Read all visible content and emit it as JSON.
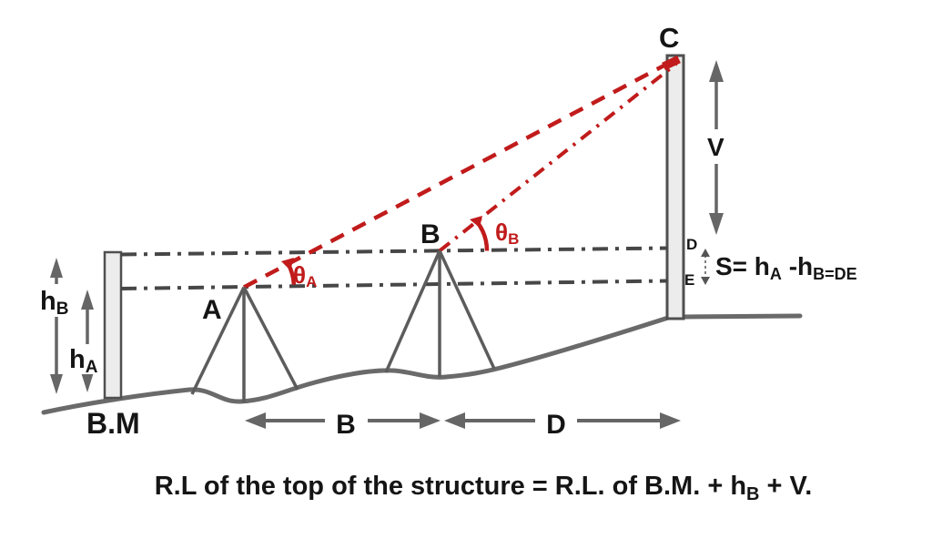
{
  "colors": {
    "red": "#c11b1b",
    "line_gray": "#5f5f5f",
    "dashdot_gray": "#474747",
    "staff_fill": "#ececec",
    "staff_border": "#4f4f4f",
    "text_black": "#151515"
  },
  "points": {
    "c": "C",
    "a": "A",
    "b": "B",
    "d": "D",
    "e": "E",
    "benchmark": "B.M"
  },
  "measurements": {
    "vertical": "V",
    "distance_ab": "B",
    "distance_bd": "D",
    "height_a_base": "h",
    "height_a_sub": "A",
    "height_b_base": "h",
    "height_b_sub": "B"
  },
  "angles": {
    "a_base": "θ",
    "a_sub": "A",
    "b_base": "θ",
    "b_sub": "B"
  },
  "s_equation": {
    "part1": "S= h",
    "sub1": "A",
    "part2": " -h",
    "sub2": "B=DE"
  },
  "formula": {
    "part1": "R.L of the top of the structure = R.L. of B.M. + h",
    "sub1": "B",
    "part2": " + V."
  }
}
